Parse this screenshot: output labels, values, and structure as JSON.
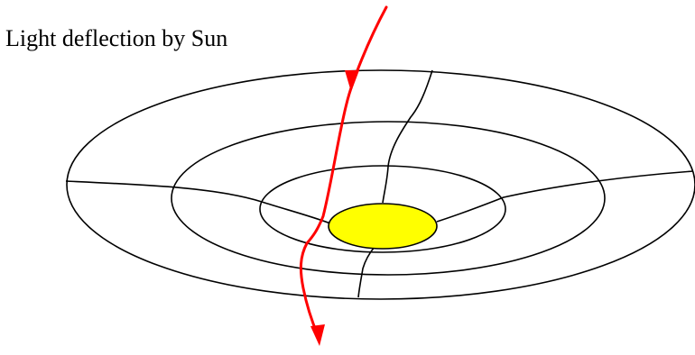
{
  "diagram": {
    "title": "Light deflection by Sun",
    "sun": {
      "fill_color": "#ffff00",
      "outline_color": "#000000"
    },
    "rings": {
      "count": 3,
      "line_color": "#000000"
    },
    "light_ray": {
      "color": "#ff0000",
      "arrow_count": 2
    }
  }
}
